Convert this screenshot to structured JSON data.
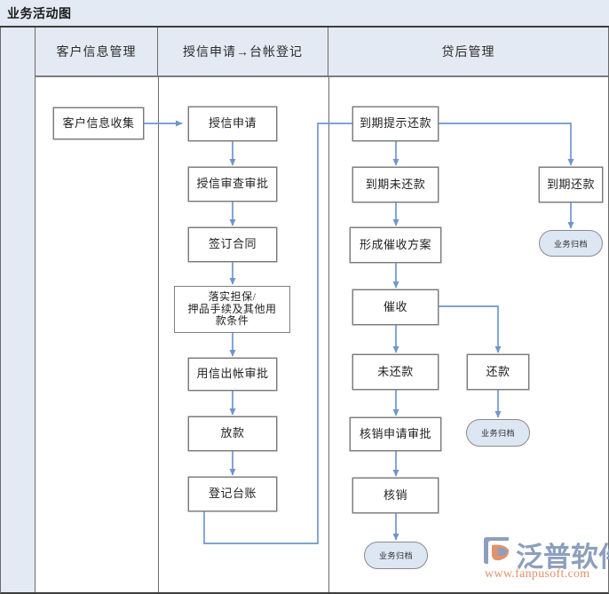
{
  "title": "业务活动图",
  "columns": [
    {
      "id": "spacer",
      "label": ""
    },
    {
      "id": "customer-info",
      "label": "客户信息管理"
    },
    {
      "id": "credit-application",
      "label": "授信申请→台帐登记"
    },
    {
      "id": "post-loan",
      "label": "贷后管理"
    }
  ],
  "nodes": {
    "customer_info_collect": "客户信息收集",
    "credit_application": "授信申请",
    "credit_review_approval": "授信审查审批",
    "sign_contract": "签订合同",
    "collateral_procedures": "落实担保/\n押品手续及其他用\n款条件",
    "credit_use_approval": "用信出帐审批",
    "disbursement": "放款",
    "register_ledger": "登记台账",
    "due_reminder": "到期提示还款",
    "due_unpaid": "到期未还款",
    "form_collection_plan": "形成催收方案",
    "collection": "催收",
    "not_repaid": "未还款",
    "repaid": "还款",
    "writeoff_application": "核销申请审批",
    "writeoff": "核销",
    "due_repaid": "到期还款",
    "archive_1": "业务归档",
    "archive_2": "业务归档",
    "archive_3": "业务归档"
  },
  "logo": {
    "brand": "泛普软件",
    "url": "www.fanpusoft.com"
  },
  "colors": {
    "header_fill": "#e4eaf3",
    "node_border": "#808080",
    "connector": "#6e96ce",
    "terminator_fill": "#dde6f3",
    "brand_blue": "#8d9fbe",
    "brand_orange": "#e2926a"
  },
  "chart_data": {
    "type": "diagram",
    "title": "业务活动图",
    "lanes": [
      {
        "name": "客户信息管理",
        "nodes": [
          "客户信息收集"
        ]
      },
      {
        "name": "授信申请→台帐登记",
        "nodes": [
          "授信申请",
          "授信审查审批",
          "签订合同",
          "落实担保/押品手续及其他用款条件",
          "用信出帐审批",
          "放款",
          "登记台账"
        ]
      },
      {
        "name": "贷后管理",
        "nodes": [
          "到期提示还款",
          "到期未还款",
          "形成催收方案",
          "催收",
          "未还款",
          "还款",
          "核销申请审批",
          "核销",
          "到期还款",
          "业务归档"
        ]
      }
    ],
    "edges": [
      {
        "from": "客户信息收集",
        "to": "授信申请"
      },
      {
        "from": "授信申请",
        "to": "授信审查审批"
      },
      {
        "from": "授信审查审批",
        "to": "签订合同"
      },
      {
        "from": "签订合同",
        "to": "落实担保/押品手续及其他用款条件"
      },
      {
        "from": "落实担保/押品手续及其他用款条件",
        "to": "用信出帐审批"
      },
      {
        "from": "用信出帐审批",
        "to": "放款"
      },
      {
        "from": "放款",
        "to": "登记台账"
      },
      {
        "from": "登记台账",
        "to": "到期提示还款"
      },
      {
        "from": "到期提示还款",
        "to": "到期未还款"
      },
      {
        "from": "到期提示还款",
        "to": "到期还款"
      },
      {
        "from": "到期还款",
        "to": "业务归档"
      },
      {
        "from": "到期未还款",
        "to": "形成催收方案"
      },
      {
        "from": "形成催收方案",
        "to": "催收"
      },
      {
        "from": "催收",
        "to": "未还款"
      },
      {
        "from": "催收",
        "to": "还款"
      },
      {
        "from": "还款",
        "to": "业务归档"
      },
      {
        "from": "未还款",
        "to": "核销申请审批"
      },
      {
        "from": "核销申请审批",
        "to": "核销"
      },
      {
        "from": "核销",
        "to": "业务归档"
      }
    ]
  }
}
